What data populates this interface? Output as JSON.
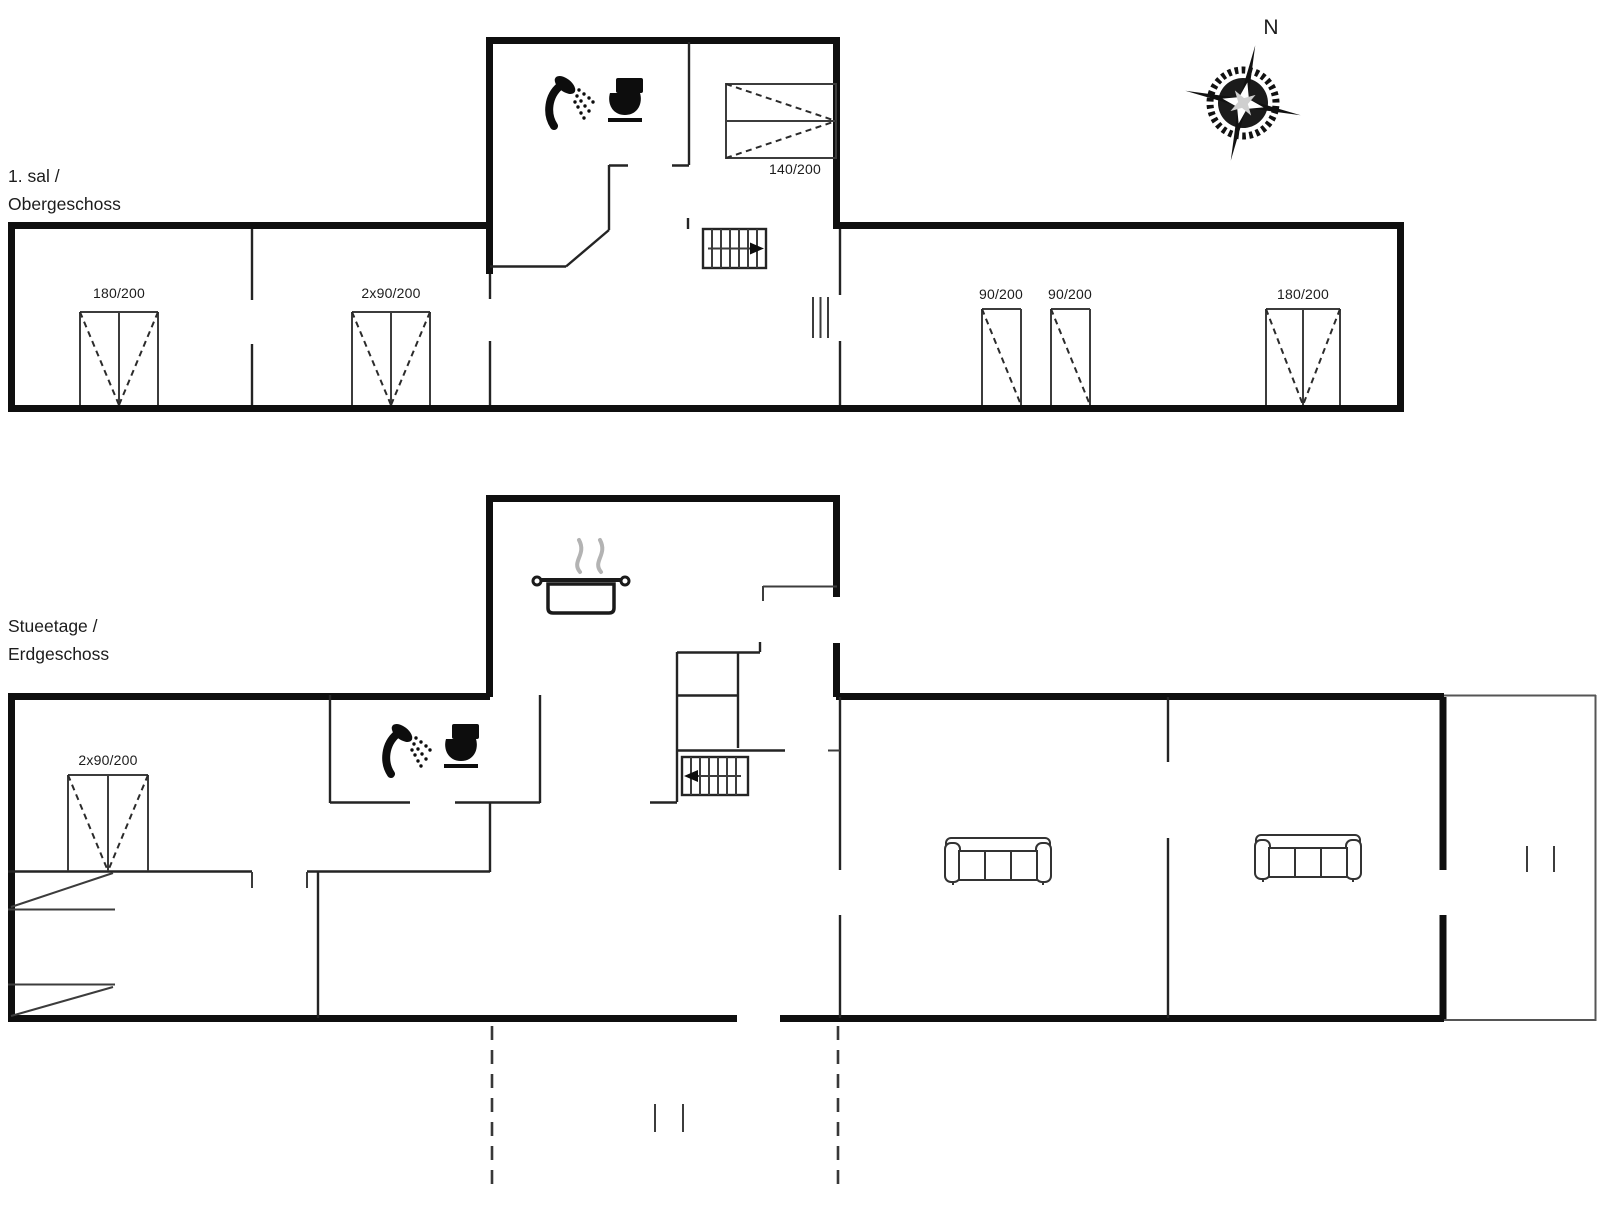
{
  "document": {
    "type": "floorplan",
    "background": "#ffffff",
    "ink": "#0f0f0f"
  },
  "compass": {
    "north_label": "N"
  },
  "floors": {
    "upper": {
      "name_line1": "1. sal /",
      "name_line2": "Obergeschoss",
      "openings": [
        {
          "label": "180/200"
        },
        {
          "label": "2x90/200"
        },
        {
          "label": "140/200"
        },
        {
          "label": "90/200"
        },
        {
          "label": "90/200"
        },
        {
          "label": "180/200"
        }
      ]
    },
    "ground": {
      "name_line1": "Stueetage /",
      "name_line2": "Erdgeschoss",
      "openings": [
        {
          "label": "2x90/200"
        }
      ]
    }
  },
  "icons": {
    "shower": "shower-icon",
    "toilet": "toilet-icon",
    "cooking_pot": "cooking-pot-icon",
    "stairs_up": "stairs-up-icon",
    "stairs_down": "stairs-down-icon",
    "sofa": "sofa-icon",
    "compass_rose": "compass-rose-icon"
  }
}
